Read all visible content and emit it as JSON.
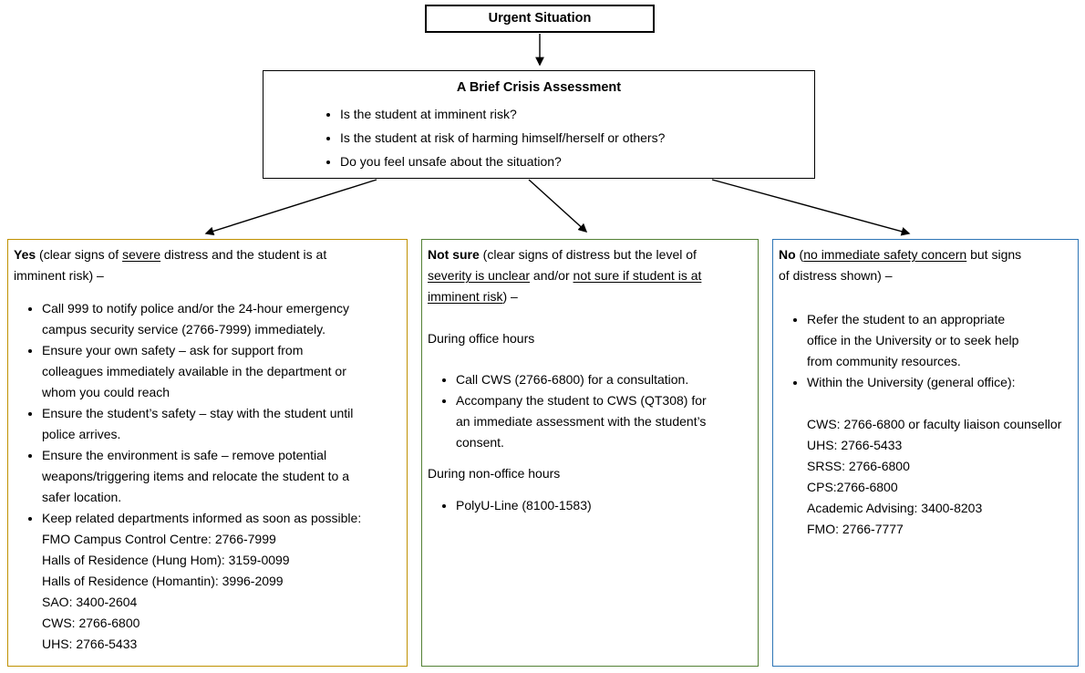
{
  "root": {
    "title": "Urgent Situation"
  },
  "assessment": {
    "title": "A Brief Crisis Assessment",
    "bullets": [
      "Is the student at imminent risk?",
      "Is the student at risk of harming himself/herself or others?",
      "Do you feel unsafe about the situation?"
    ]
  },
  "branches": [
    {
      "id": "yes",
      "name": "Yes",
      "border_color": "#BF9000",
      "intro_runs": [
        {
          "text": "Yes",
          "bold": true
        },
        {
          "text": " (clear signs of "
        },
        {
          "text": "severe",
          "underline": true
        },
        {
          "text": " distress and the student is at"
        },
        {
          "br": true
        },
        {
          "text": "imminent risk) –"
        }
      ],
      "sections": [
        {
          "type": "list",
          "items": [
            {
              "runs": [
                {
                  "text": "Call 999 to notify police and/or the 24-hour emergency"
                },
                {
                  "br": true
                },
                {
                  "text": "campus security service (2766-7999) immediately."
                }
              ]
            },
            {
              "runs": [
                {
                  "text": "Ensure your own safety – ask for support from"
                },
                {
                  "br": true
                },
                {
                  "text": "colleagues immediately available in the department or"
                },
                {
                  "br": true
                },
                {
                  "text": "whom you could reach"
                }
              ]
            },
            {
              "runs": [
                {
                  "text": "Ensure the student’s safety – stay with the student until"
                },
                {
                  "br": true
                },
                {
                  "text": "police arrives."
                }
              ]
            },
            {
              "runs": [
                {
                  "text": "Ensure the environment is safe – remove potential"
                },
                {
                  "br": true
                },
                {
                  "text": "weapons/triggering items and relocate the student to a"
                },
                {
                  "br": true
                },
                {
                  "text": "safer location."
                }
              ]
            },
            {
              "runs": [
                {
                  "text": "Keep related departments informed as soon as possible:"
                }
              ],
              "lines": [
                "FMO Campus Control Centre: 2766-7999",
                "Halls of Residence (Hung Hom): 3159-0099",
                "Halls of Residence (Homantin): 3996-2099",
                "SAO: 3400-2604",
                "CWS: 2766-6800",
                "UHS: 2766-5433"
              ]
            }
          ]
        }
      ]
    },
    {
      "id": "notsure",
      "name": "Not sure",
      "border_color": "#538135",
      "intro_runs": [
        {
          "text": "Not sure",
          "bold": true
        },
        {
          "text": " (clear signs of distress but the level of"
        },
        {
          "br": true
        },
        {
          "text": "severity is unclear",
          "underline": true
        },
        {
          "text": " and/or "
        },
        {
          "text": "not sure if student is at",
          "underline": true
        },
        {
          "br": true
        },
        {
          "text": "imminent risk",
          "underline": true
        },
        {
          "text": ") –"
        }
      ],
      "sections": [
        {
          "type": "para",
          "runs": [
            {
              "text": "During office hours"
            }
          ]
        },
        {
          "type": "list",
          "items": [
            {
              "runs": [
                {
                  "text": "Call CWS (2766-6800) for a consultation."
                }
              ]
            },
            {
              "runs": [
                {
                  "text": "Accompany the student to CWS (QT308) for"
                },
                {
                  "br": true
                },
                {
                  "text": "an immediate assessment with the student’s"
                },
                {
                  "br": true
                },
                {
                  "text": "consent."
                }
              ]
            }
          ]
        },
        {
          "type": "para",
          "runs": [
            {
              "text": "During non-office hours"
            }
          ]
        },
        {
          "type": "list",
          "items": [
            {
              "runs": [
                {
                  "text": "PolyU-Line (8100-1583)"
                }
              ]
            }
          ]
        }
      ]
    },
    {
      "id": "no",
      "name": "No",
      "border_color": "#2E75B6",
      "intro_runs": [
        {
          "text": "No",
          "bold": true
        },
        {
          "text": " ("
        },
        {
          "text": "no immediate safety concern",
          "underline": true
        },
        {
          "text": " but signs"
        },
        {
          "br": true
        },
        {
          "text": "of distress shown) –"
        }
      ],
      "sections": [
        {
          "type": "list",
          "items": [
            {
              "runs": [
                {
                  "text": "Refer the student to an appropriate"
                },
                {
                  "br": true
                },
                {
                  "text": "office in the University or to seek help"
                },
                {
                  "br": true
                },
                {
                  "text": "from community resources."
                }
              ]
            },
            {
              "runs": [
                {
                  "text": "Within the University (general office):"
                }
              ],
              "blank_line_before_lines": true,
              "lines": [
                "CWS: 2766-6800 or faculty liaison counsellor",
                "UHS: 2766-5433",
                "SRSS: 2766-6800",
                "CPS:2766-6800",
                "Academic Advising: 3400-8203",
                "FMO: 2766-7777"
              ]
            }
          ]
        }
      ]
    }
  ]
}
